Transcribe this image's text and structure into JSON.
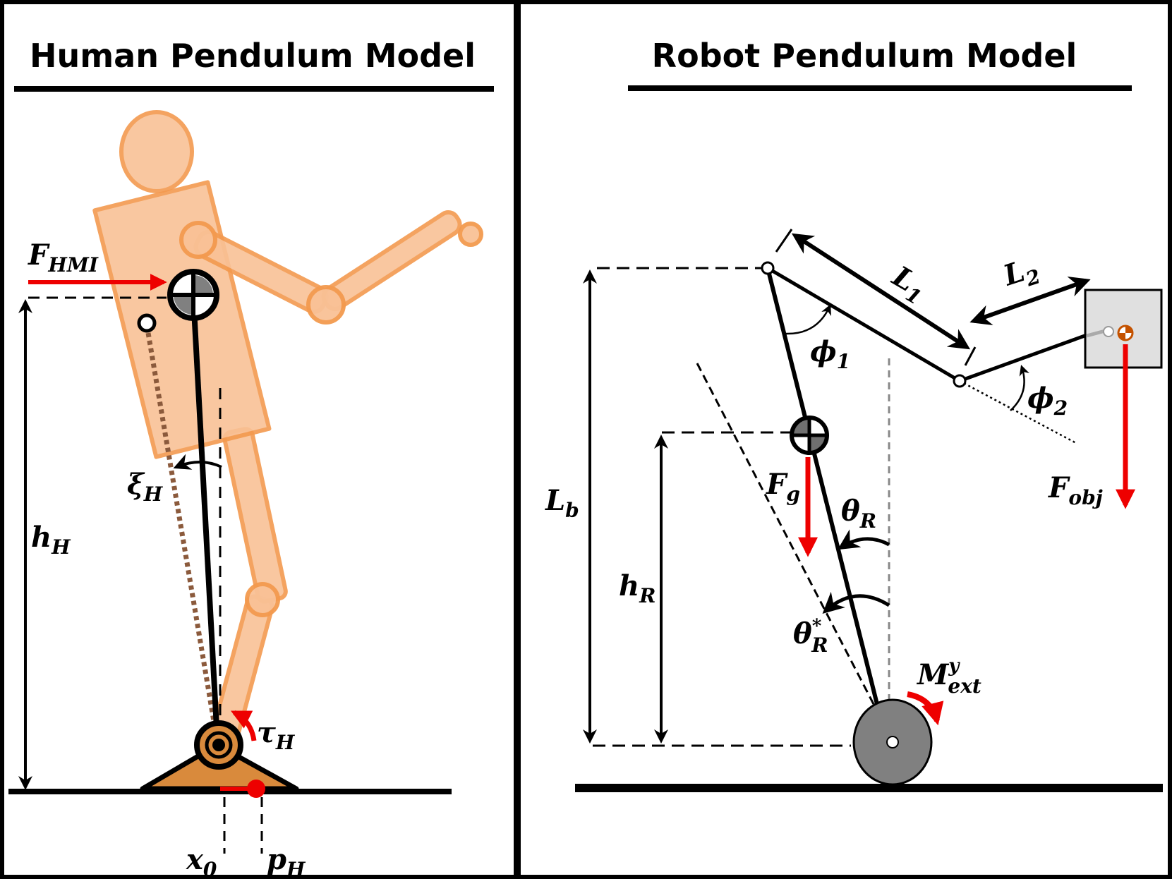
{
  "panels": {
    "left": {
      "title": "Human Pendulum Model"
    },
    "right": {
      "title": "Robot Pendulum Model"
    }
  },
  "labels": {
    "F_HMI": {
      "base": "F",
      "sub": "HMI"
    },
    "xi_H": {
      "base": "ξ",
      "sub": "H"
    },
    "h_H": {
      "base": "h",
      "sub": "H"
    },
    "tau_H": {
      "base": "τ",
      "sub": "H"
    },
    "x_0": {
      "base": "x",
      "sub": "0"
    },
    "p_H": {
      "base": "p",
      "sub": "H"
    },
    "L_1": {
      "base": "L",
      "sub": "1"
    },
    "L_2": {
      "base": "L",
      "sub": "2"
    },
    "phi_1": {
      "base": "ϕ",
      "sub": "1"
    },
    "phi_2": {
      "base": "ϕ",
      "sub": "2"
    },
    "L_b": {
      "base": "L",
      "sub": "b"
    },
    "F_g": {
      "base": "F",
      "sub": "g"
    },
    "theta_R": {
      "base": "θ",
      "sub": "R"
    },
    "h_R": {
      "base": "h",
      "sub": "R"
    },
    "theta_R_star": {
      "base": "θ",
      "sub": "R",
      "sup": "*"
    },
    "M_ext": {
      "base": "M",
      "sub": "ext",
      "sup": "y"
    },
    "F_obj": {
      "base": "F",
      "sub": "obj"
    }
  },
  "colors": {
    "body_fill": "#f9c196",
    "body_stroke": "#f39a4f",
    "force_arrow": "#ee0000",
    "com_gray": "#707070",
    "wheel_gray": "#808080",
    "box_gray": "#e0e0e0",
    "dotted_brown": "#8b5a3c",
    "foot_fill": "#d98a3c"
  }
}
